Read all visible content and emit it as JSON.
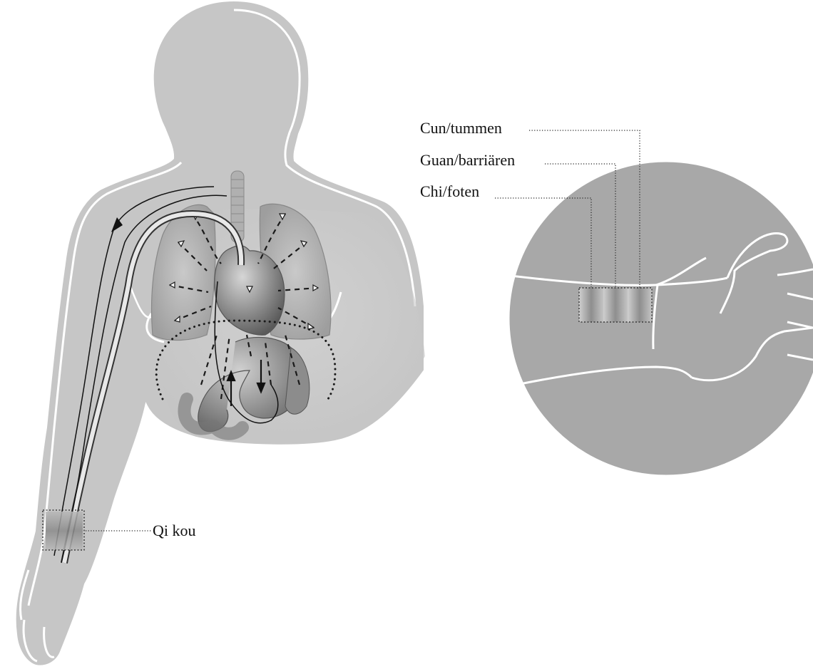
{
  "labels": {
    "qi_kou": "Qi kou",
    "cun": "Cun/tummen",
    "guan": "Guan/barriären",
    "chi": "Chi/foten"
  }
}
